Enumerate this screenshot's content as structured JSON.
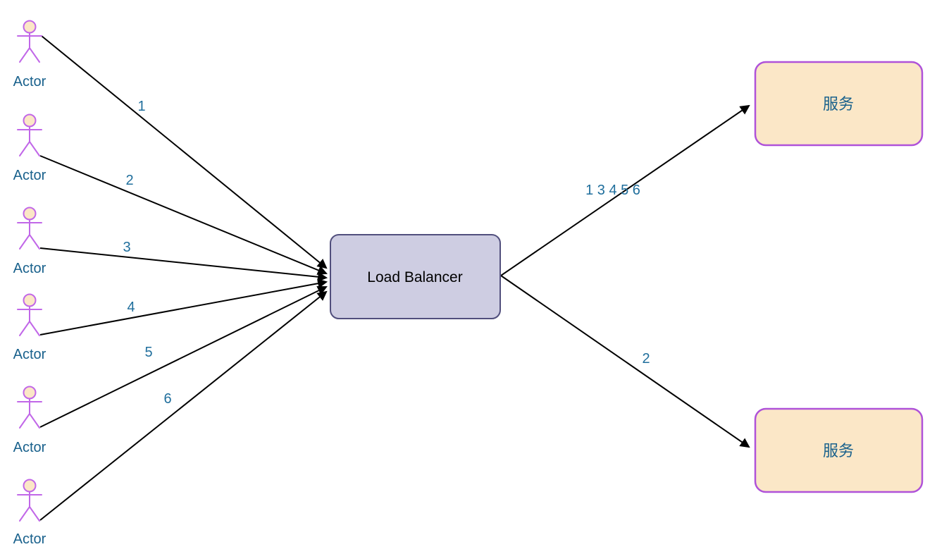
{
  "diagram_type": "flowchart",
  "colors": {
    "background": "#FFFFFF",
    "actor_stroke": "#C167E8",
    "actor_head_fill": "#FBE7C6",
    "actor_label_text": "#19618C",
    "edge_label_text": "#1F6E9C",
    "edge_line": "#000000",
    "load_balancer_fill": "#CECDE2",
    "load_balancer_stroke": "#514F7D",
    "load_balancer_text": "#000000",
    "service_fill": "#FBE7C7",
    "service_stroke": "#AF52D9",
    "service_text": "#19618C"
  },
  "actors": [
    {
      "label": "Actor"
    },
    {
      "label": "Actor"
    },
    {
      "label": "Actor"
    },
    {
      "label": "Actor"
    },
    {
      "label": "Actor"
    },
    {
      "label": "Actor"
    }
  ],
  "nodes": {
    "load_balancer": {
      "label": "Load Balancer"
    },
    "service_top": {
      "label": "服务"
    },
    "service_bottom": {
      "label": "服务"
    }
  },
  "edges_in": [
    {
      "from": "Actor 1",
      "to": "Load Balancer",
      "label": "1"
    },
    {
      "from": "Actor 2",
      "to": "Load Balancer",
      "label": "2"
    },
    {
      "from": "Actor 3",
      "to": "Load Balancer",
      "label": "3"
    },
    {
      "from": "Actor 4",
      "to": "Load Balancer",
      "label": "4"
    },
    {
      "from": "Actor 5",
      "to": "Load Balancer",
      "label": "5"
    },
    {
      "from": "Actor 6",
      "to": "Load Balancer",
      "label": "6"
    }
  ],
  "edges_out": [
    {
      "from": "Load Balancer",
      "to": "服务 top",
      "label": "1 3 4 5 6"
    },
    {
      "from": "Load Balancer",
      "to": "服务 bottom",
      "label": "2"
    }
  ]
}
